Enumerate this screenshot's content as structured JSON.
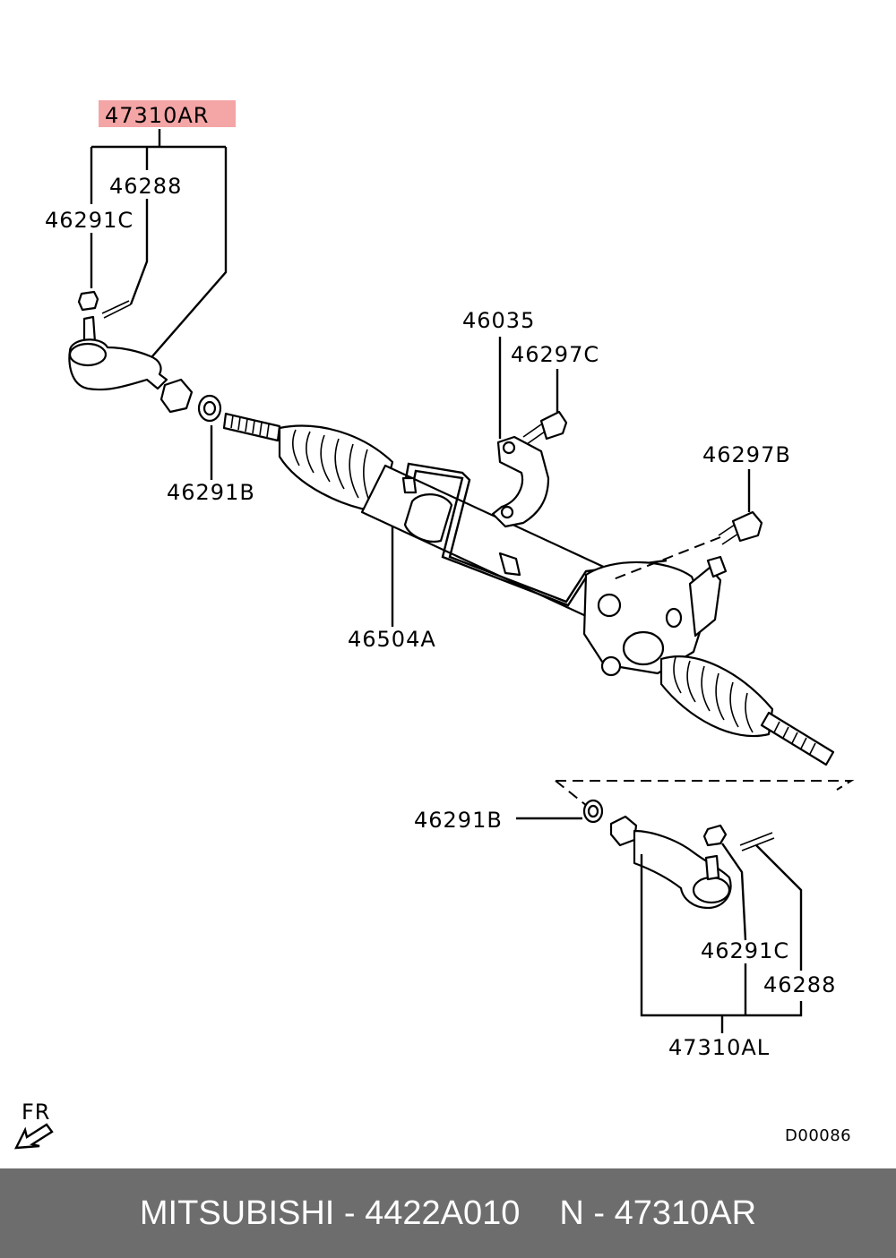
{
  "diagram": {
    "highlighted_part": "47310AR",
    "labels": {
      "p47310AR": "47310AR",
      "p46288_top": "46288",
      "p46291C_top": "46291C",
      "p46291B_top": "46291B",
      "p46035": "46035",
      "p46297C": "46297C",
      "p46297B": "46297B",
      "p46504A": "46504A",
      "p46291B_bottom": "46291B",
      "p46291C_bottom": "46291C",
      "p46288_bottom": "46288",
      "p47310AL": "47310AL"
    },
    "direction": "FR",
    "drawing_code": "D00086",
    "highlight_color": "#f4a5a5"
  },
  "footer": {
    "brand_part": "MITSUBISHI - 4422A010",
    "ref_part": "N - 47310AR",
    "background": "#6d6d6d"
  }
}
